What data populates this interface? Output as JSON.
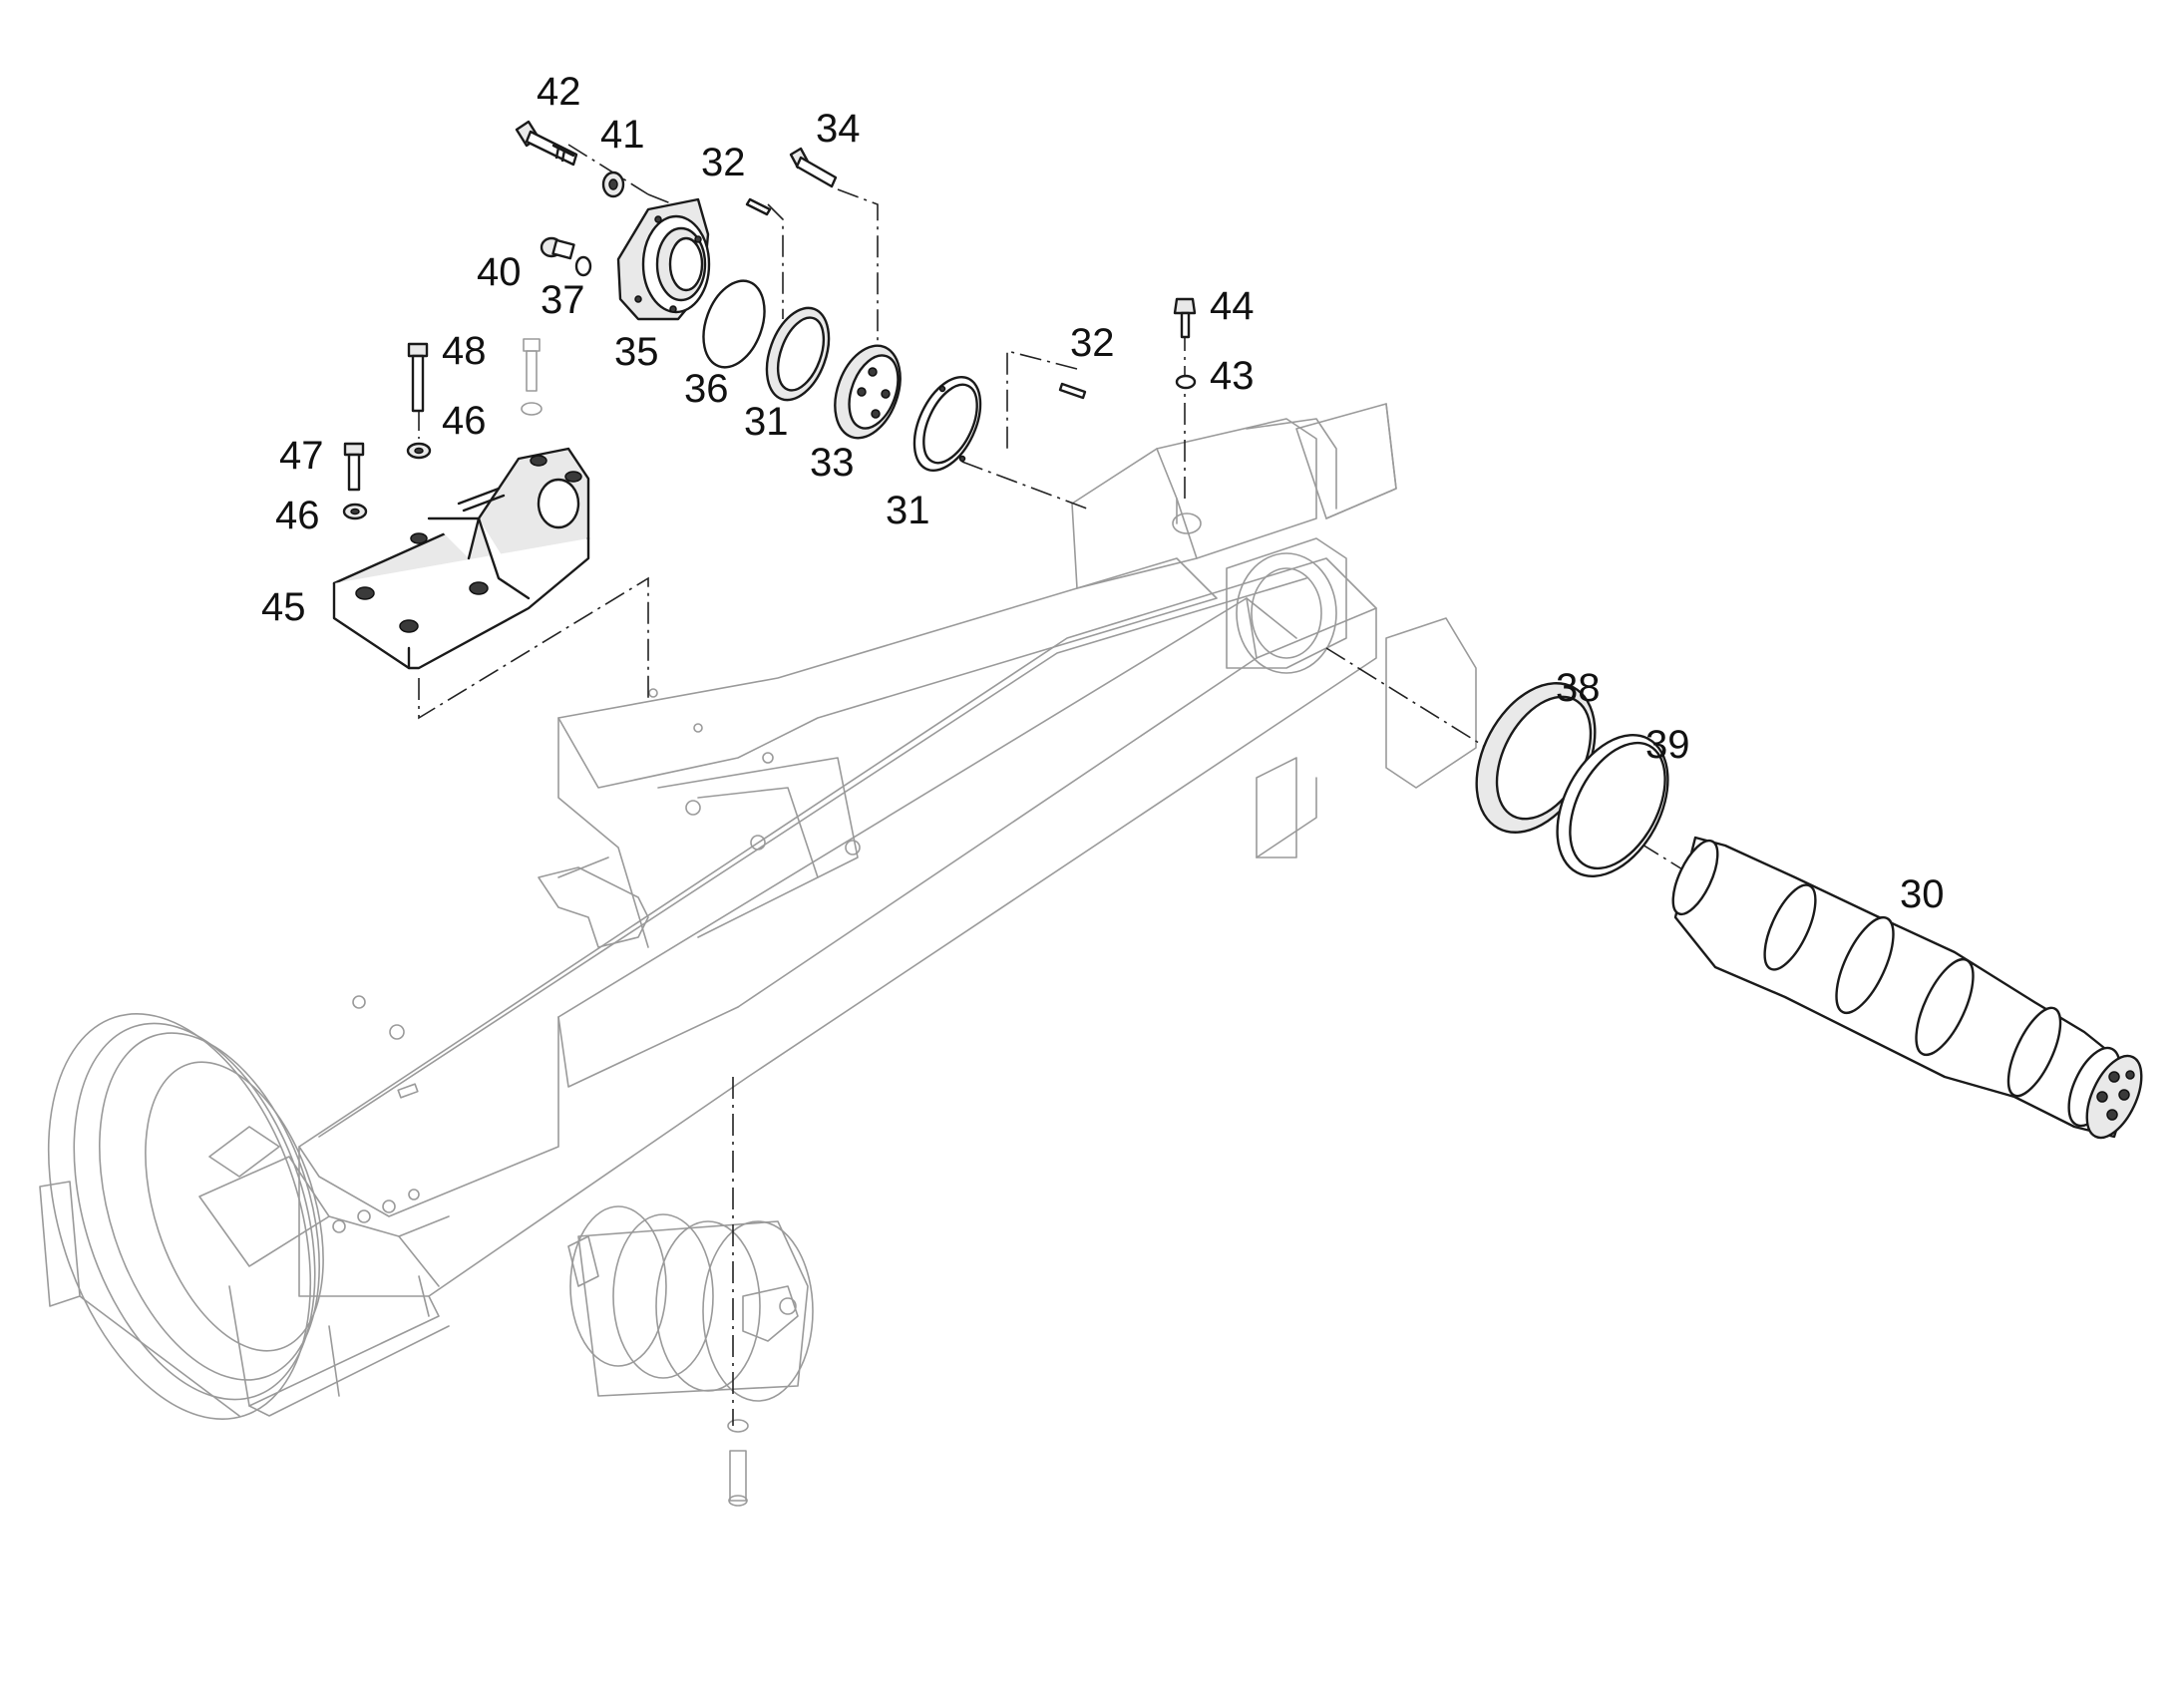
{
  "callouts": [
    {
      "id": "42",
      "text": "42"
    },
    {
      "id": "41",
      "text": "41"
    },
    {
      "id": "32a",
      "text": "32"
    },
    {
      "id": "34",
      "text": "34"
    },
    {
      "id": "40",
      "text": "40"
    },
    {
      "id": "37",
      "text": "37"
    },
    {
      "id": "35",
      "text": "35"
    },
    {
      "id": "36",
      "text": "36"
    },
    {
      "id": "31a",
      "text": "31"
    },
    {
      "id": "33",
      "text": "33"
    },
    {
      "id": "31b",
      "text": "31"
    },
    {
      "id": "32b",
      "text": "32"
    },
    {
      "id": "44",
      "text": "44"
    },
    {
      "id": "43",
      "text": "43"
    },
    {
      "id": "48",
      "text": "48"
    },
    {
      "id": "46a",
      "text": "46"
    },
    {
      "id": "47",
      "text": "47"
    },
    {
      "id": "46b",
      "text": "46"
    },
    {
      "id": "45",
      "text": "45"
    },
    {
      "id": "38",
      "text": "38"
    },
    {
      "id": "39",
      "text": "39"
    },
    {
      "id": "30",
      "text": "30"
    }
  ]
}
